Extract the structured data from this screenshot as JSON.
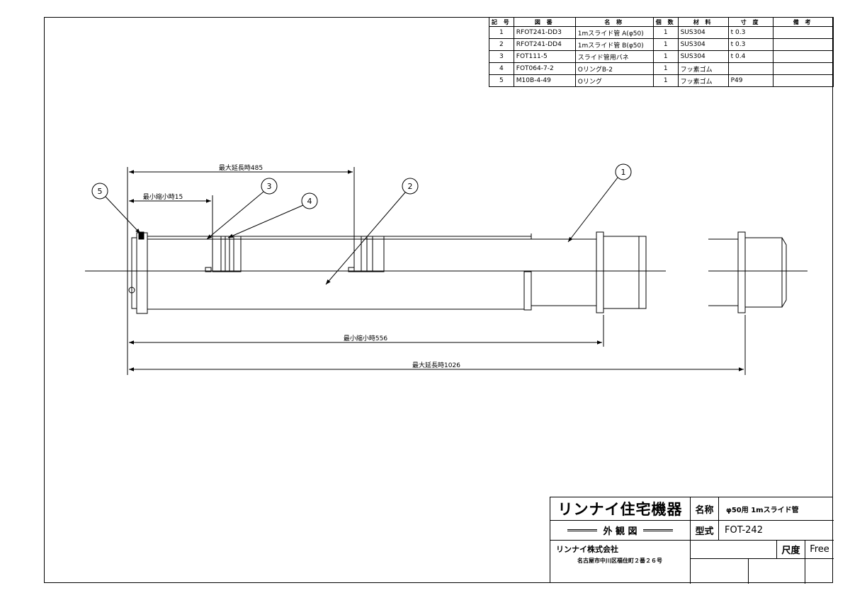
{
  "parts_table": {
    "headers": [
      "記 号",
      "図 番",
      "名 称",
      "個 数",
      "材 料",
      "寸 度",
      "備 考"
    ],
    "rows": [
      {
        "no": "1",
        "drawing": "RFOT241-DD3",
        "name": "1mスライド管 A(φ50)",
        "qty": "1",
        "material": "SUS304",
        "dimension": "t 0.3",
        "remarks": ""
      },
      {
        "no": "2",
        "drawing": "RFOT241-DD4",
        "name": "1mスライド管 B(φ50)",
        "qty": "1",
        "material": "SUS304",
        "dimension": "t 0.3",
        "remarks": ""
      },
      {
        "no": "3",
        "drawing": "FOT111-5",
        "name": "スライド管用バネ",
        "qty": "1",
        "material": "SUS304",
        "dimension": "t 0.4",
        "remarks": ""
      },
      {
        "no": "4",
        "drawing": "FOT064-7-2",
        "name": "OリングB-2",
        "qty": "1",
        "material": "フッ素ゴム",
        "dimension": "",
        "remarks": ""
      },
      {
        "no": "5",
        "drawing": "M10B-4-49",
        "name": "Oリング",
        "qty": "1",
        "material": "フッ素ゴム",
        "dimension": "P49",
        "remarks": ""
      }
    ]
  },
  "dimensions": {
    "max_ext_485": "最大延長時485",
    "min_shr_15": "最小縮小時15",
    "min_shr_556": "最小縮小時556",
    "max_ext_1026": "最大延長時1026"
  },
  "balloons": {
    "b1": "1",
    "b2": "2",
    "b3": "3",
    "b4": "4",
    "b5": "5"
  },
  "title_block": {
    "company": "リンナイ住宅機器",
    "view_name": "外 観 図",
    "company_small": "リンナイ株式会社",
    "address": "名古屋市中川区福住町２番２６号",
    "name_label": "名称",
    "name_value": "φ50用 1mスライド管",
    "model_label": "型式",
    "model_value": "FOT-242",
    "scale_label": "尺度",
    "scale_value": "Free"
  }
}
